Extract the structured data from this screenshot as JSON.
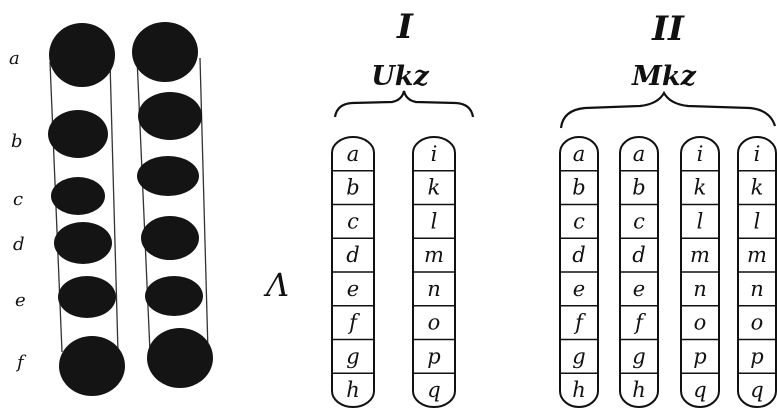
{
  "left_figure": {
    "row_labels": [
      "a",
      "b",
      "c",
      "d",
      "e",
      "f"
    ]
  },
  "side_label": "Λ",
  "groups": [
    {
      "numeral": "I",
      "title": "Ukz",
      "columns": [
        [
          "a",
          "b",
          "c",
          "d",
          "e",
          "f",
          "g",
          "h"
        ],
        [
          "i",
          "k",
          "l",
          "m",
          "n",
          "o",
          "p",
          "q"
        ]
      ]
    },
    {
      "numeral": "II",
      "title": "Mkz",
      "columns": [
        [
          "a",
          "b",
          "c",
          "d",
          "e",
          "f",
          "g",
          "h"
        ],
        [
          "a",
          "b",
          "c",
          "d",
          "e",
          "f",
          "g",
          "h"
        ],
        [
          "i",
          "k",
          "l",
          "m",
          "n",
          "o",
          "p",
          "q"
        ],
        [
          "i",
          "k",
          "l",
          "m",
          "n",
          "o",
          "p",
          "q"
        ]
      ]
    }
  ],
  "colors": {
    "ink": "#111111",
    "paper": "#ffffff"
  }
}
